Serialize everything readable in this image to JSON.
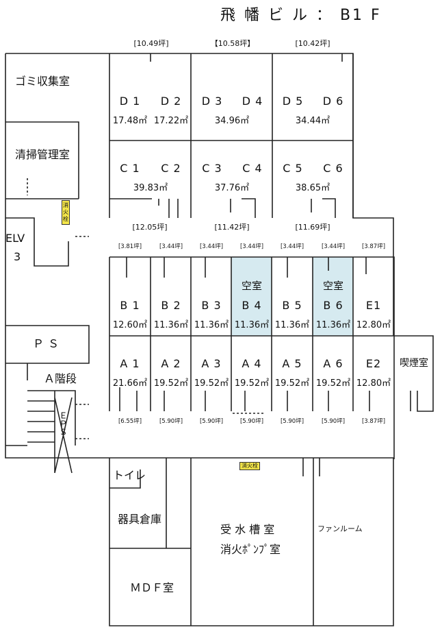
{
  "title": "飛 幡 ビ ル  ：  B1 F",
  "tsubo_top": [
    "[10.49坪]",
    "【10.58坪】",
    "[10.42坪]"
  ],
  "tsubo_mid": [
    "[12.05坪]",
    "[11.42坪]",
    "[11.69坪]"
  ],
  "tsubo_small_b": [
    "[3.81坪]",
    "[3.44坪]",
    "[3.44坪]",
    "[3.44坪]",
    "[3.44坪]",
    "[3.44坪]",
    "[3.87坪]"
  ],
  "tsubo_small_a": [
    "[6.55坪]",
    "[5.90坪]",
    "[5.90坪]",
    "[5.90坪]",
    "[5.90坪]",
    "[5.90坪]",
    "[3.87坪]"
  ],
  "units_d": [
    {
      "left": "D 1",
      "right": "D 2",
      "area_left": "17.48㎡",
      "area_right": "17.22㎡"
    },
    {
      "left": "D 3",
      "right": "D 4",
      "area": "34.96㎡"
    },
    {
      "left": "D 5",
      "right": "D 6",
      "area": "34.44㎡"
    }
  ],
  "units_c": [
    {
      "left": "C 1",
      "right": "C 2",
      "area": "39.83㎡"
    },
    {
      "left": "C 3",
      "right": "C 4",
      "area": "37.76㎡"
    },
    {
      "left": "C 5",
      "right": "C 6",
      "area": "38.65㎡"
    }
  ],
  "units_b": [
    {
      "name": "B 1",
      "area": "12.60㎡"
    },
    {
      "name": "B 2",
      "area": "11.36㎡"
    },
    {
      "name": "B 3",
      "area": "11.36㎡"
    },
    {
      "name": "B 4",
      "area": "11.36㎡",
      "status": "空室"
    },
    {
      "name": "B 5",
      "area": "11.36㎡"
    },
    {
      "name": "B 6",
      "area": "11.36㎡",
      "status": "空室"
    },
    {
      "name": "E1",
      "area": "12.80㎡"
    }
  ],
  "units_a": [
    {
      "name": "A 1",
      "area": "21.66㎡"
    },
    {
      "name": "A 2",
      "area": "19.52㎡"
    },
    {
      "name": "A 3",
      "area": "19.52㎡"
    },
    {
      "name": "A 4",
      "area": "19.52㎡"
    },
    {
      "name": "A 5",
      "area": "19.52㎡"
    },
    {
      "name": "A 6",
      "area": "19.52㎡"
    },
    {
      "name": "E2",
      "area": "12.80㎡"
    }
  ],
  "rooms": {
    "garbage": "ゴミ収集室",
    "cleaning": "清掃管理室",
    "elv": "ELV",
    "elv_num": "3",
    "ps": "ＰＳ",
    "stairs": "Ａ階段",
    "eps": "ＥＰＳ",
    "smoking": "喫煙室",
    "toilet": "トイレ",
    "equipment": "器具倉庫",
    "mdf": "ＭＤＦ室",
    "water_tank": "受 水 槽 室",
    "pump": "消火ﾎﾟﾝﾌﾟ室",
    "fan": "ファンルーム"
  },
  "hydrant": "消火栓",
  "colors": {
    "vacant": "#d6eaf0",
    "badge": "#f4e64a",
    "line": "#222222"
  }
}
